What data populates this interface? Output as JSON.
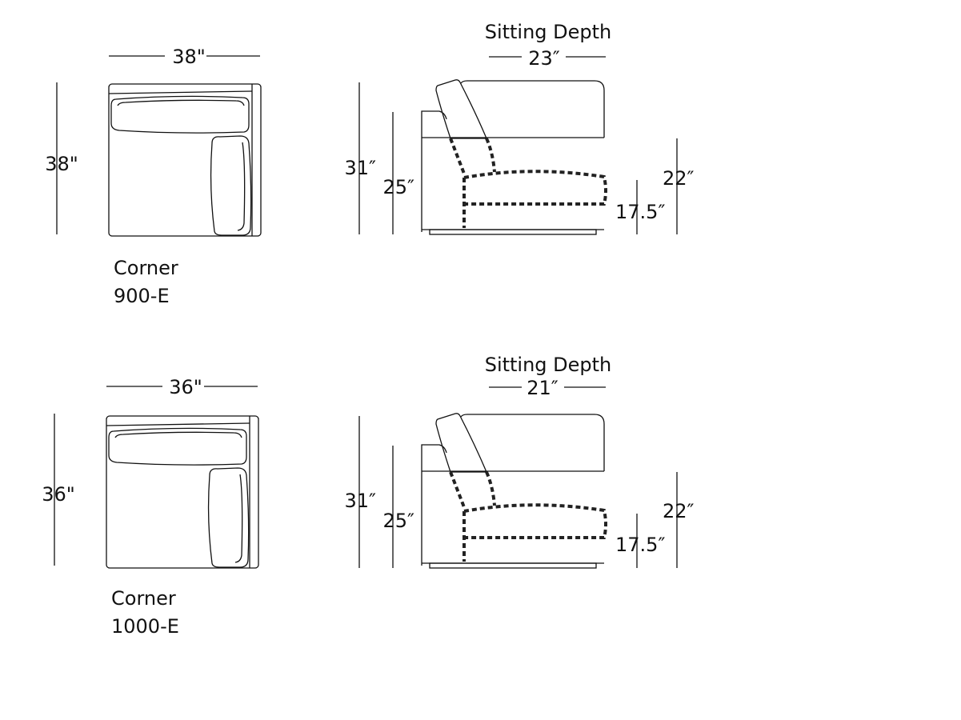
{
  "items": [
    {
      "name": "Corner",
      "model": "900-E",
      "plan_width": "38\"",
      "plan_depth": "38\"",
      "sitting_depth_label": "Sitting Depth",
      "sitting_depth": "23″",
      "back_height": "31″",
      "arm_height": "25″",
      "seat_top_height": "22″",
      "seat_height": "17.5″"
    },
    {
      "name": "Corner",
      "model": "1000-E",
      "plan_width": "36\"",
      "plan_depth": "36\"",
      "sitting_depth_label": "Sitting Depth",
      "sitting_depth": "21″",
      "back_height": "31″",
      "arm_height": "25″",
      "seat_top_height": "22″",
      "seat_height": "17.5″"
    }
  ]
}
